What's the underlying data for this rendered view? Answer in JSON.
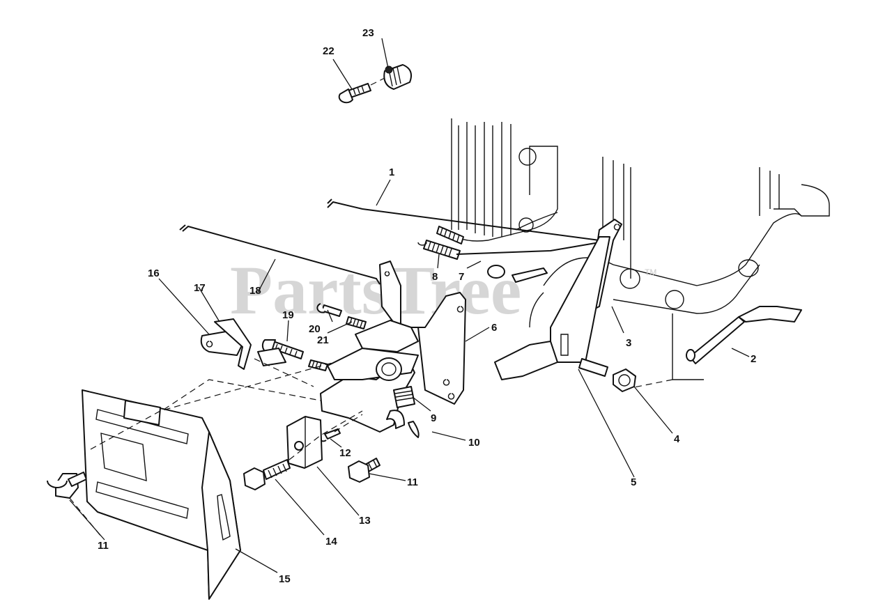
{
  "watermark": {
    "text": "PartsTree",
    "trademark": "TM"
  },
  "callouts": [
    {
      "id": "c1",
      "label": "1"
    },
    {
      "id": "c2",
      "label": "2"
    },
    {
      "id": "c3",
      "label": "3"
    },
    {
      "id": "c4",
      "label": "4"
    },
    {
      "id": "c5",
      "label": "5"
    },
    {
      "id": "c6",
      "label": "6"
    },
    {
      "id": "c7",
      "label": "7"
    },
    {
      "id": "c8",
      "label": "8"
    },
    {
      "id": "c9",
      "label": "9"
    },
    {
      "id": "c10",
      "label": "10"
    },
    {
      "id": "c11a",
      "label": "11"
    },
    {
      "id": "c11b",
      "label": "11"
    },
    {
      "id": "c12",
      "label": "12"
    },
    {
      "id": "c13",
      "label": "13"
    },
    {
      "id": "c14",
      "label": "14"
    },
    {
      "id": "c15",
      "label": "15"
    },
    {
      "id": "c16",
      "label": "16"
    },
    {
      "id": "c17",
      "label": "17"
    },
    {
      "id": "c18",
      "label": "18"
    },
    {
      "id": "c19",
      "label": "19"
    },
    {
      "id": "c20",
      "label": "20"
    },
    {
      "id": "c21",
      "label": "21"
    },
    {
      "id": "c22",
      "label": "22"
    },
    {
      "id": "c23",
      "label": "23"
    }
  ]
}
